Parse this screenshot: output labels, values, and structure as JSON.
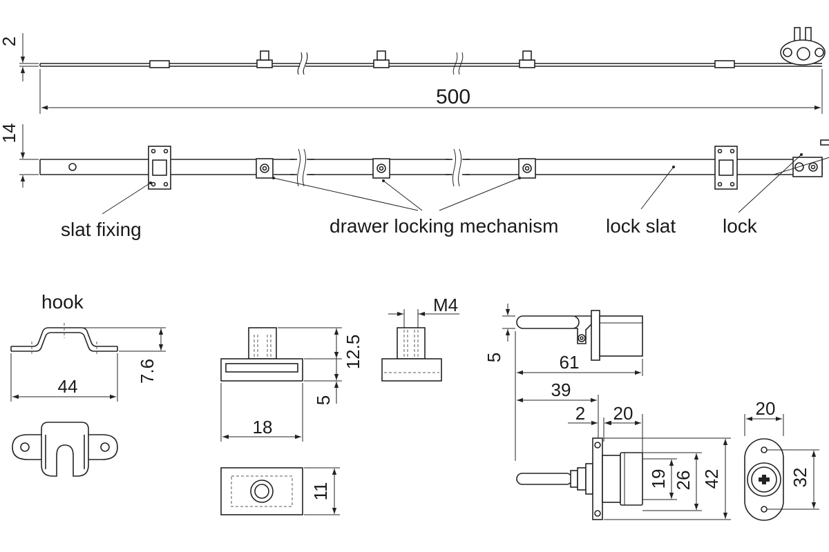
{
  "labels": {
    "slat_fixing": "slat fixing",
    "drawer_locking_mechanism": "drawer locking mechanism",
    "lock_slat": "lock slat",
    "lock": "lock",
    "hook": "hook"
  },
  "dimensions": {
    "side_thickness": "2",
    "overall_length": "500",
    "slat_height": "14",
    "hook_height": "7.6",
    "hook_length": "44",
    "mech_height": "12.5",
    "mech_base_height": "5",
    "mech_width": "18",
    "mech_thread": "M4",
    "mech_depth": "11",
    "lock_cam_offset": "5",
    "lock_total_length": "61",
    "lock_body_length": "39",
    "lock_flange": "2",
    "lock_cylinder_length": "20",
    "lock_inner_diameter": "19",
    "lock_outer_diameter": "26",
    "lock_plate_height": "42",
    "lock_front_width": "20",
    "lock_front_height": "32"
  },
  "colors": {
    "line": "#222222",
    "background": "#ffffff"
  }
}
